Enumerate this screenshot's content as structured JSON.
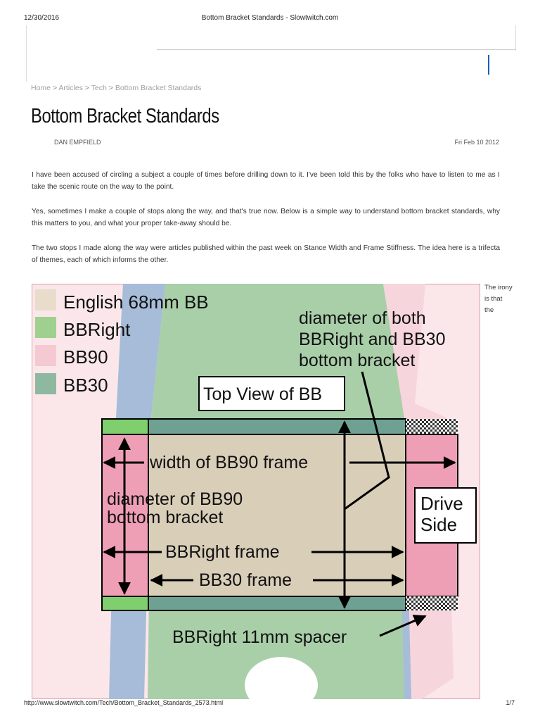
{
  "print_header": {
    "date": "12/30/2016",
    "title": "Bottom Bracket Standards - Slowtwitch.com"
  },
  "breadcrumb": {
    "home": "Home",
    "articles": "Articles",
    "tech": "Tech",
    "current": "Bottom Bracket Standards",
    "separator": ">"
  },
  "article": {
    "title": "Bottom Bracket Standards",
    "author": "DAN EMPFIELD",
    "date": "Fri Feb 10 2012",
    "paragraphs": [
      "I have been accused of circling a subject a couple of times before drilling down to it. I've been told this by the folks who have to listen to me as I take the scenic route on the way to the point.",
      "Yes, sometimes I make a couple of stops along the way, and that's true now. Below is a simple way to understand bottom bracket standards, why this matters to you, and what your proper take-away should be.",
      "The two stops I made along the way were articles published within the past week on Stance Width and Frame Stiffness. The idea here is a trifecta of themes, each of which informs the other."
    ],
    "side_text": "The irony is that the"
  },
  "figure": {
    "legend": [
      "English 68mm BB",
      "BBRight",
      "BB90",
      "BB30"
    ],
    "colors": {
      "english": "#e8dccb",
      "bbright": "#9fd08f",
      "bb90": "#f4c9d2",
      "bb30": "#8fb8a0",
      "green_area": "#a9cfa9",
      "blue_area": "#a7bcd8",
      "bg_pink": "#fbe7ea",
      "center_tan": "#d9ceb8",
      "side_pink": "#ef9fb5",
      "teal_band": "#6fa193"
    },
    "labels": {
      "diameter_both_1": "diameter of both",
      "diameter_both_2": "BBRight and BB30",
      "diameter_both_3": "bottom bracket",
      "top_view": "Top View of BB",
      "width_bb90": "width of BB90 frame",
      "diameter_bb90_1": "diameter of BB90",
      "diameter_bb90_2": "bottom bracket",
      "drive_side_1": "Drive",
      "drive_side_2": "Side",
      "bbright_frame": "BBRight frame",
      "bb30_frame": "BB30 frame",
      "spacer": "BBRight 11mm spacer"
    }
  },
  "print_footer": {
    "url": "http://www.slowtwitch.com/Tech/Bottom_Bracket_Standards_2573.html",
    "page": "1/7"
  }
}
